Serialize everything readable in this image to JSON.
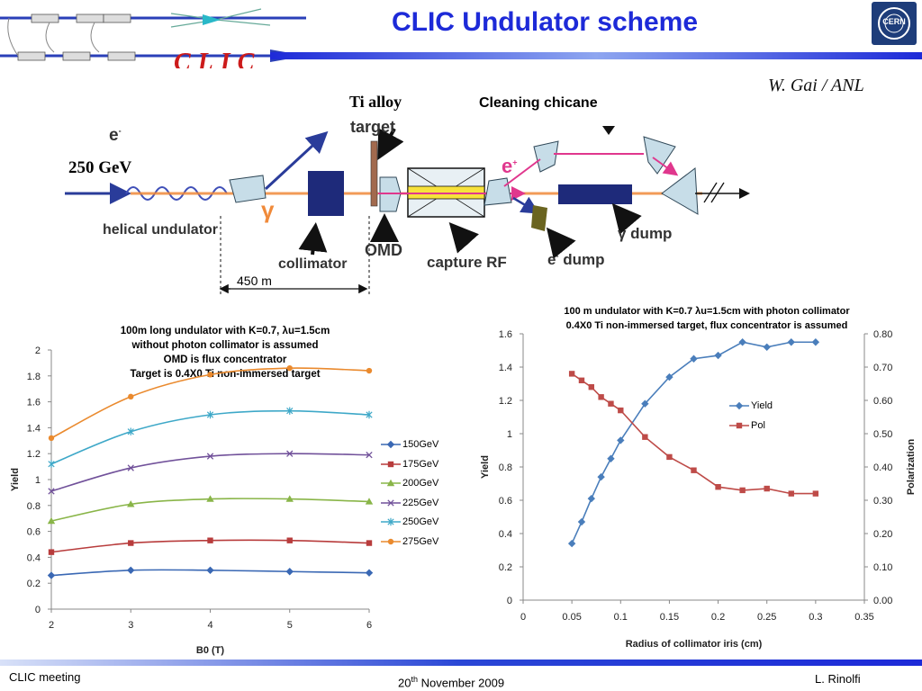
{
  "slide": {
    "title": "CLIC Undulator scheme",
    "author": "W. Gai  / ANL",
    "logo_text": "CLIC",
    "cern_text": "CERN"
  },
  "footer": {
    "left": "CLIC  meeting",
    "center_pre": "20",
    "center_sup": "th",
    "center_post": " November 2009",
    "right": "L. Rinolfi"
  },
  "diagram": {
    "electron_label": "e",
    "electron_sup": "-",
    "energy": "250 GeV",
    "undulator": "helical undulator",
    "gamma": "γ",
    "collimator": "collimator",
    "ti_alloy": "Ti alloy",
    "target": "target",
    "omd": "OMD",
    "capture_rf": "capture RF",
    "positron_label": "e",
    "positron_sup": "+",
    "chicane": "Cleaning chicane",
    "edump_pre": "e",
    "edump_sup": "-",
    "edump_post": " dump",
    "gdump": "γ dump",
    "distance": "450 m"
  },
  "chart_data": [
    {
      "type": "line",
      "title": "100m long undulator with K=0.7, λu=1.5cm\nwithout photon collimator is assumed\nOMD is flux concentrator\nTarget is 0.4X0 Ti non-immersed target",
      "xlabel": "B0 (T)",
      "ylabel": "Yield",
      "xlim": [
        2,
        6
      ],
      "ylim": [
        0,
        2
      ],
      "x": [
        2,
        3,
        4,
        5,
        6
      ],
      "xticks": [
        "2",
        "3",
        "4",
        "5",
        "6"
      ],
      "yticks": [
        "0",
        "0.2",
        "0.4",
        "0.6",
        "0.8",
        "1",
        "1.2",
        "1.4",
        "1.6",
        "1.8",
        "2"
      ],
      "series": [
        {
          "name": "150GeV",
          "values": [
            0.26,
            0.3,
            0.3,
            0.29,
            0.28
          ],
          "color": "#3a68b4",
          "marker": "diamond"
        },
        {
          "name": "175GeV",
          "values": [
            0.44,
            0.51,
            0.53,
            0.53,
            0.51
          ],
          "color": "#b83c3c",
          "marker": "square"
        },
        {
          "name": "200GeV",
          "values": [
            0.68,
            0.81,
            0.85,
            0.85,
            0.83
          ],
          "color": "#89b548",
          "marker": "triangle"
        },
        {
          "name": "225GeV",
          "values": [
            0.91,
            1.09,
            1.18,
            1.2,
            1.19
          ],
          "color": "#71519a",
          "marker": "x"
        },
        {
          "name": "250GeV",
          "values": [
            1.12,
            1.37,
            1.5,
            1.53,
            1.5
          ],
          "color": "#3ea8c8",
          "marker": "star"
        },
        {
          "name": "275GeV",
          "values": [
            1.32,
            1.64,
            1.81,
            1.86,
            1.84
          ],
          "color": "#ea8a2e",
          "marker": "circle"
        }
      ],
      "legend": "right",
      "grid": false
    },
    {
      "type": "line",
      "title": "100 m undulator with K=0.7 λu=1.5cm with photon collimator\n0.4X0 Ti non-immersed target, flux concentrator is assumed",
      "xlabel": "Radius of  collimator iris (cm)",
      "ylabel": "Yield",
      "y2label": "Polarization",
      "xlim": [
        0,
        0.35
      ],
      "ylim": [
        0,
        1.6
      ],
      "y2lim": [
        0,
        0.8
      ],
      "xticks": [
        "0",
        "0.05",
        "0.1",
        "0.15",
        "0.2",
        "0.25",
        "0.3",
        "0.35"
      ],
      "yticks": [
        "0",
        "0.2",
        "0.4",
        "0.6",
        "0.8",
        "1",
        "1.2",
        "1.4",
        "1.6"
      ],
      "y2ticks": [
        "0.00",
        "0.10",
        "0.20",
        "0.30",
        "0.40",
        "0.50",
        "0.60",
        "0.70",
        "0.80"
      ],
      "series": [
        {
          "name": "Yield",
          "axis": "left",
          "color": "#4a7ebb",
          "marker": "diamond",
          "x": [
            0.05,
            0.06,
            0.07,
            0.08,
            0.09,
            0.1,
            0.125,
            0.15,
            0.175,
            0.2,
            0.225,
            0.25,
            0.275,
            0.3
          ],
          "values": [
            0.34,
            0.47,
            0.61,
            0.74,
            0.85,
            0.96,
            1.18,
            1.34,
            1.45,
            1.47,
            1.55,
            1.52,
            1.55,
            1.55
          ]
        },
        {
          "name": "Pol",
          "axis": "right",
          "color": "#be4b48",
          "marker": "square",
          "x": [
            0.05,
            0.06,
            0.07,
            0.08,
            0.09,
            0.1,
            0.125,
            0.15,
            0.175,
            0.2,
            0.225,
            0.25,
            0.275,
            0.3
          ],
          "values": [
            0.68,
            0.66,
            0.64,
            0.61,
            0.59,
            0.57,
            0.49,
            0.43,
            0.39,
            0.34,
            0.33,
            0.335,
            0.32,
            0.32
          ]
        }
      ],
      "legend": "right",
      "grid": false
    }
  ]
}
